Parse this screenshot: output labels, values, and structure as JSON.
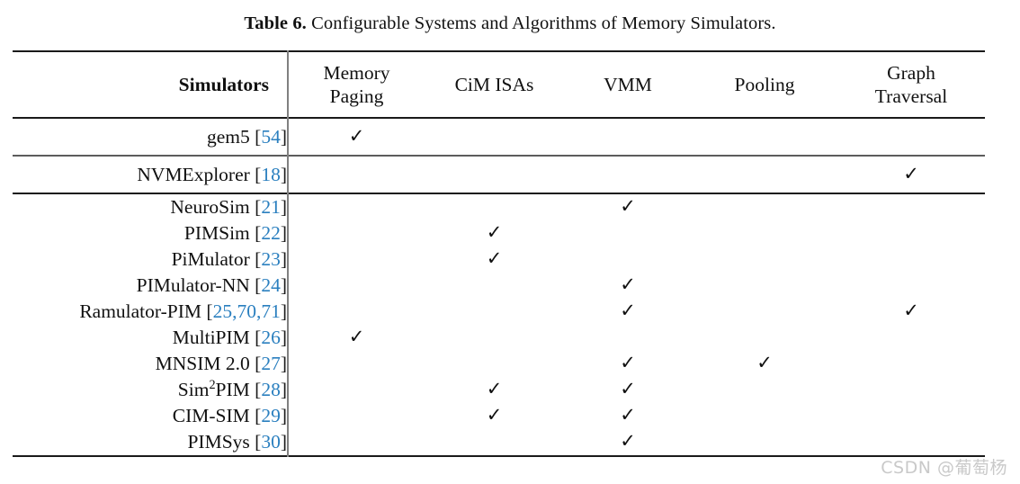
{
  "caption": {
    "label": "Table 6.",
    "text": "Configurable Systems and Algorithms of Memory Simulators."
  },
  "table": {
    "columns": [
      {
        "key": "simulators",
        "label": "Simulators",
        "label_line1": "Simulators",
        "label_line2": ""
      },
      {
        "key": "memory_paging",
        "label": "Memory Paging",
        "label_line1": "Memory",
        "label_line2": "Paging"
      },
      {
        "key": "cim_isas",
        "label": "CiM ISAs",
        "label_line1": "CiM ISAs",
        "label_line2": ""
      },
      {
        "key": "vmm",
        "label": "VMM",
        "label_line1": "VMM",
        "label_line2": ""
      },
      {
        "key": "pooling",
        "label": "Pooling",
        "label_line1": "Pooling",
        "label_line2": ""
      },
      {
        "key": "graph_traversal",
        "label": "Graph Traversal",
        "label_line1": "Graph",
        "label_line2": "Traversal"
      }
    ],
    "check_glyph": "✓",
    "groups": [
      {
        "rows": [
          {
            "name": "gem5",
            "cite": "54",
            "memory_paging": true,
            "cim_isas": false,
            "vmm": false,
            "pooling": false,
            "graph_traversal": false
          }
        ]
      },
      {
        "rows": [
          {
            "name": "NVMExplorer",
            "cite": "18",
            "memory_paging": false,
            "cim_isas": false,
            "vmm": false,
            "pooling": false,
            "graph_traversal": true
          }
        ]
      },
      {
        "rows": [
          {
            "name": "NeuroSim",
            "cite": "21",
            "memory_paging": false,
            "cim_isas": false,
            "vmm": true,
            "pooling": false,
            "graph_traversal": false
          },
          {
            "name": "PIMSim",
            "cite": "22",
            "memory_paging": false,
            "cim_isas": true,
            "vmm": false,
            "pooling": false,
            "graph_traversal": false
          },
          {
            "name": "PiMulator",
            "cite": "23",
            "memory_paging": false,
            "cim_isas": true,
            "vmm": false,
            "pooling": false,
            "graph_traversal": false
          },
          {
            "name": "PIMulator-NN",
            "cite": "24",
            "memory_paging": false,
            "cim_isas": false,
            "vmm": true,
            "pooling": false,
            "graph_traversal": false
          },
          {
            "name": "Ramulator-PIM",
            "cite": "25,70,71",
            "memory_paging": false,
            "cim_isas": false,
            "vmm": true,
            "pooling": false,
            "graph_traversal": true
          },
          {
            "name": "MultiPIM",
            "cite": "26",
            "memory_paging": true,
            "cim_isas": false,
            "vmm": false,
            "pooling": false,
            "graph_traversal": false
          },
          {
            "name": "MNSIM 2.0",
            "cite": "27",
            "memory_paging": false,
            "cim_isas": false,
            "vmm": true,
            "pooling": true,
            "graph_traversal": false
          },
          {
            "name": "Sim2PIM",
            "name_pre": "Sim",
            "name_sup": "2",
            "name_post": "PIM",
            "cite": "28",
            "memory_paging": false,
            "cim_isas": true,
            "vmm": true,
            "pooling": false,
            "graph_traversal": false
          },
          {
            "name": "CIM-SIM",
            "cite": "29",
            "memory_paging": false,
            "cim_isas": true,
            "vmm": true,
            "pooling": false,
            "graph_traversal": false
          },
          {
            "name": "PIMSys",
            "cite": "30",
            "memory_paging": false,
            "cim_isas": false,
            "vmm": true,
            "pooling": false,
            "graph_traversal": false
          }
        ]
      }
    ]
  },
  "watermark": "CSDN @葡萄杨",
  "colors": {
    "citation_blue": "#2a7fbf",
    "rule_dark": "#1a1a1a",
    "rule_gray": "#5c5c5c",
    "watermark_gray": "#c9c9c9"
  }
}
